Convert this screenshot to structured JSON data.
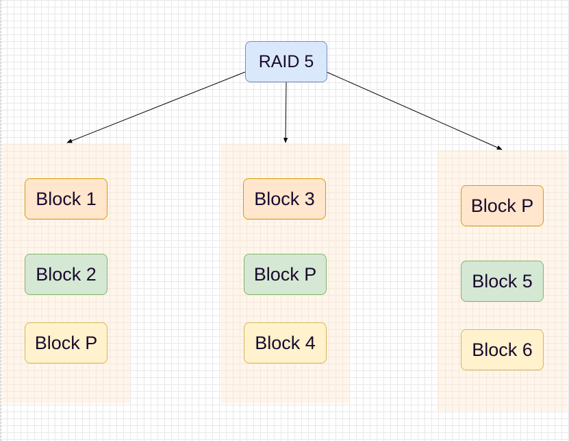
{
  "diagram": {
    "root": {
      "label": "RAID 5",
      "color": "#dae8fc"
    },
    "disks": [
      {
        "blocks": [
          {
            "label": "Block 1",
            "kind": "data",
            "color": "#ffe6cc"
          },
          {
            "label": "Block 2",
            "kind": "data",
            "color": "#d5e8d4"
          },
          {
            "label": "Block P",
            "kind": "parity",
            "color": "#fff2cc"
          }
        ]
      },
      {
        "blocks": [
          {
            "label": "Block 3",
            "kind": "data",
            "color": "#ffe6cc"
          },
          {
            "label": "Block P",
            "kind": "parity",
            "color": "#d5e8d4"
          },
          {
            "label": "Block 4",
            "kind": "data",
            "color": "#fff2cc"
          }
        ]
      },
      {
        "blocks": [
          {
            "label": "Block P",
            "kind": "parity",
            "color": "#ffe6cc"
          },
          {
            "label": "Block 5",
            "kind": "data",
            "color": "#d5e8d4"
          },
          {
            "label": "Block 6",
            "kind": "data",
            "color": "#fff2cc"
          }
        ]
      }
    ],
    "edges": [
      {
        "from": "root",
        "to": "disk-1"
      },
      {
        "from": "root",
        "to": "disk-2"
      },
      {
        "from": "root",
        "to": "disk-3"
      }
    ]
  }
}
